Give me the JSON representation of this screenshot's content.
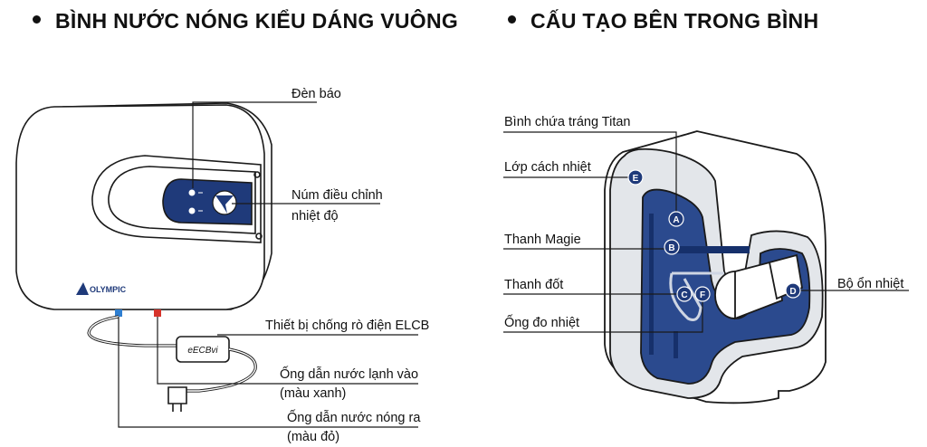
{
  "left_panel": {
    "heading": "BÌNH NƯỚC NÓNG KIỂU DÁNG VUÔNG",
    "brand_logo": "OLYMPIC",
    "elcb_badge": "eECBvi",
    "callouts": [
      {
        "id": "indicator-light",
        "text": "Đèn báo"
      },
      {
        "id": "temp-knob",
        "lines": [
          "Núm điều chỉnh",
          "nhiệt độ"
        ]
      },
      {
        "id": "elcb",
        "text": "Thiết bị chống rò điện ELCB"
      },
      {
        "id": "cold-pipe",
        "lines": [
          "Ống dẫn nước lạnh vào",
          "(màu xanh)"
        ]
      },
      {
        "id": "hot-pipe",
        "lines": [
          "Ống dẫn nước nóng ra",
          "(màu đỏ)"
        ]
      }
    ]
  },
  "right_panel": {
    "heading": "CẤU TẠO BÊN TRONG BÌNH",
    "callouts": [
      {
        "id": "titan-tank",
        "text": "Bình chứa tráng Titan",
        "marker": "A"
      },
      {
        "id": "insulation",
        "text": "Lớp cách nhiệt",
        "marker": "E"
      },
      {
        "id": "magnesium-rod",
        "text": "Thanh Magie",
        "marker": "B"
      },
      {
        "id": "heating-element",
        "text": "Thanh đốt",
        "marker": "C"
      },
      {
        "id": "thermostat",
        "text": "Bộ ổn nhiệt",
        "marker": "D"
      },
      {
        "id": "thermo-tube",
        "text": "Ống đo nhiệt",
        "marker": "F"
      }
    ]
  },
  "colors": {
    "navy": "#1f3a7a",
    "cold_pipe": "#2f7fd1",
    "hot_pipe": "#d6332b",
    "outline": "#1a1a1a",
    "insulation": "#e3e6ea"
  }
}
